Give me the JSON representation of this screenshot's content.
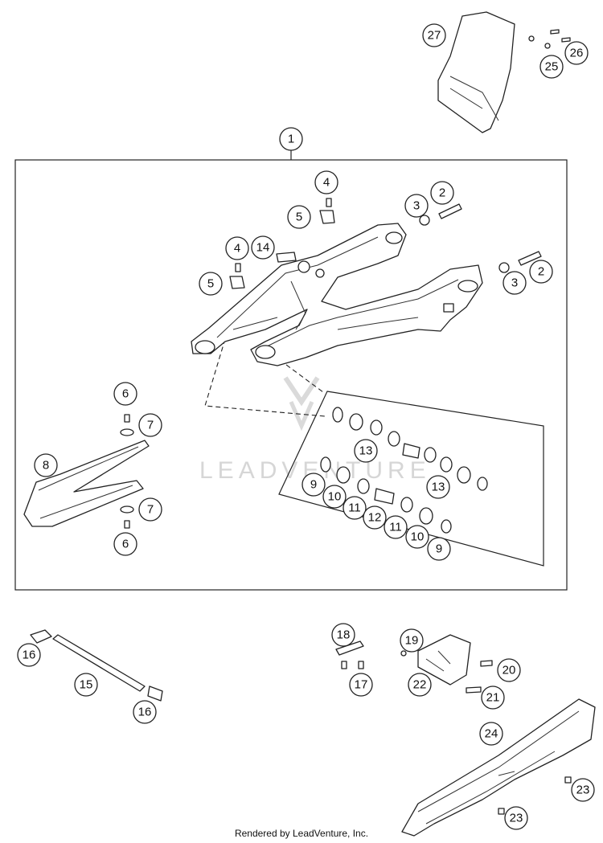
{
  "diagram": {
    "callouts": [
      "1",
      "2",
      "2",
      "3",
      "3",
      "4",
      "4",
      "5",
      "5",
      "6",
      "6",
      "7",
      "7",
      "8",
      "9",
      "9",
      "10",
      "10",
      "11",
      "11",
      "12",
      "13",
      "13",
      "14",
      "15",
      "16",
      "16",
      "17",
      "18",
      "19",
      "20",
      "21",
      "22",
      "23",
      "23",
      "24",
      "25",
      "26",
      "27"
    ]
  },
  "watermark": "LEADVENTURE",
  "footer": {
    "credit": "Rendered by LeadVenture, Inc."
  }
}
